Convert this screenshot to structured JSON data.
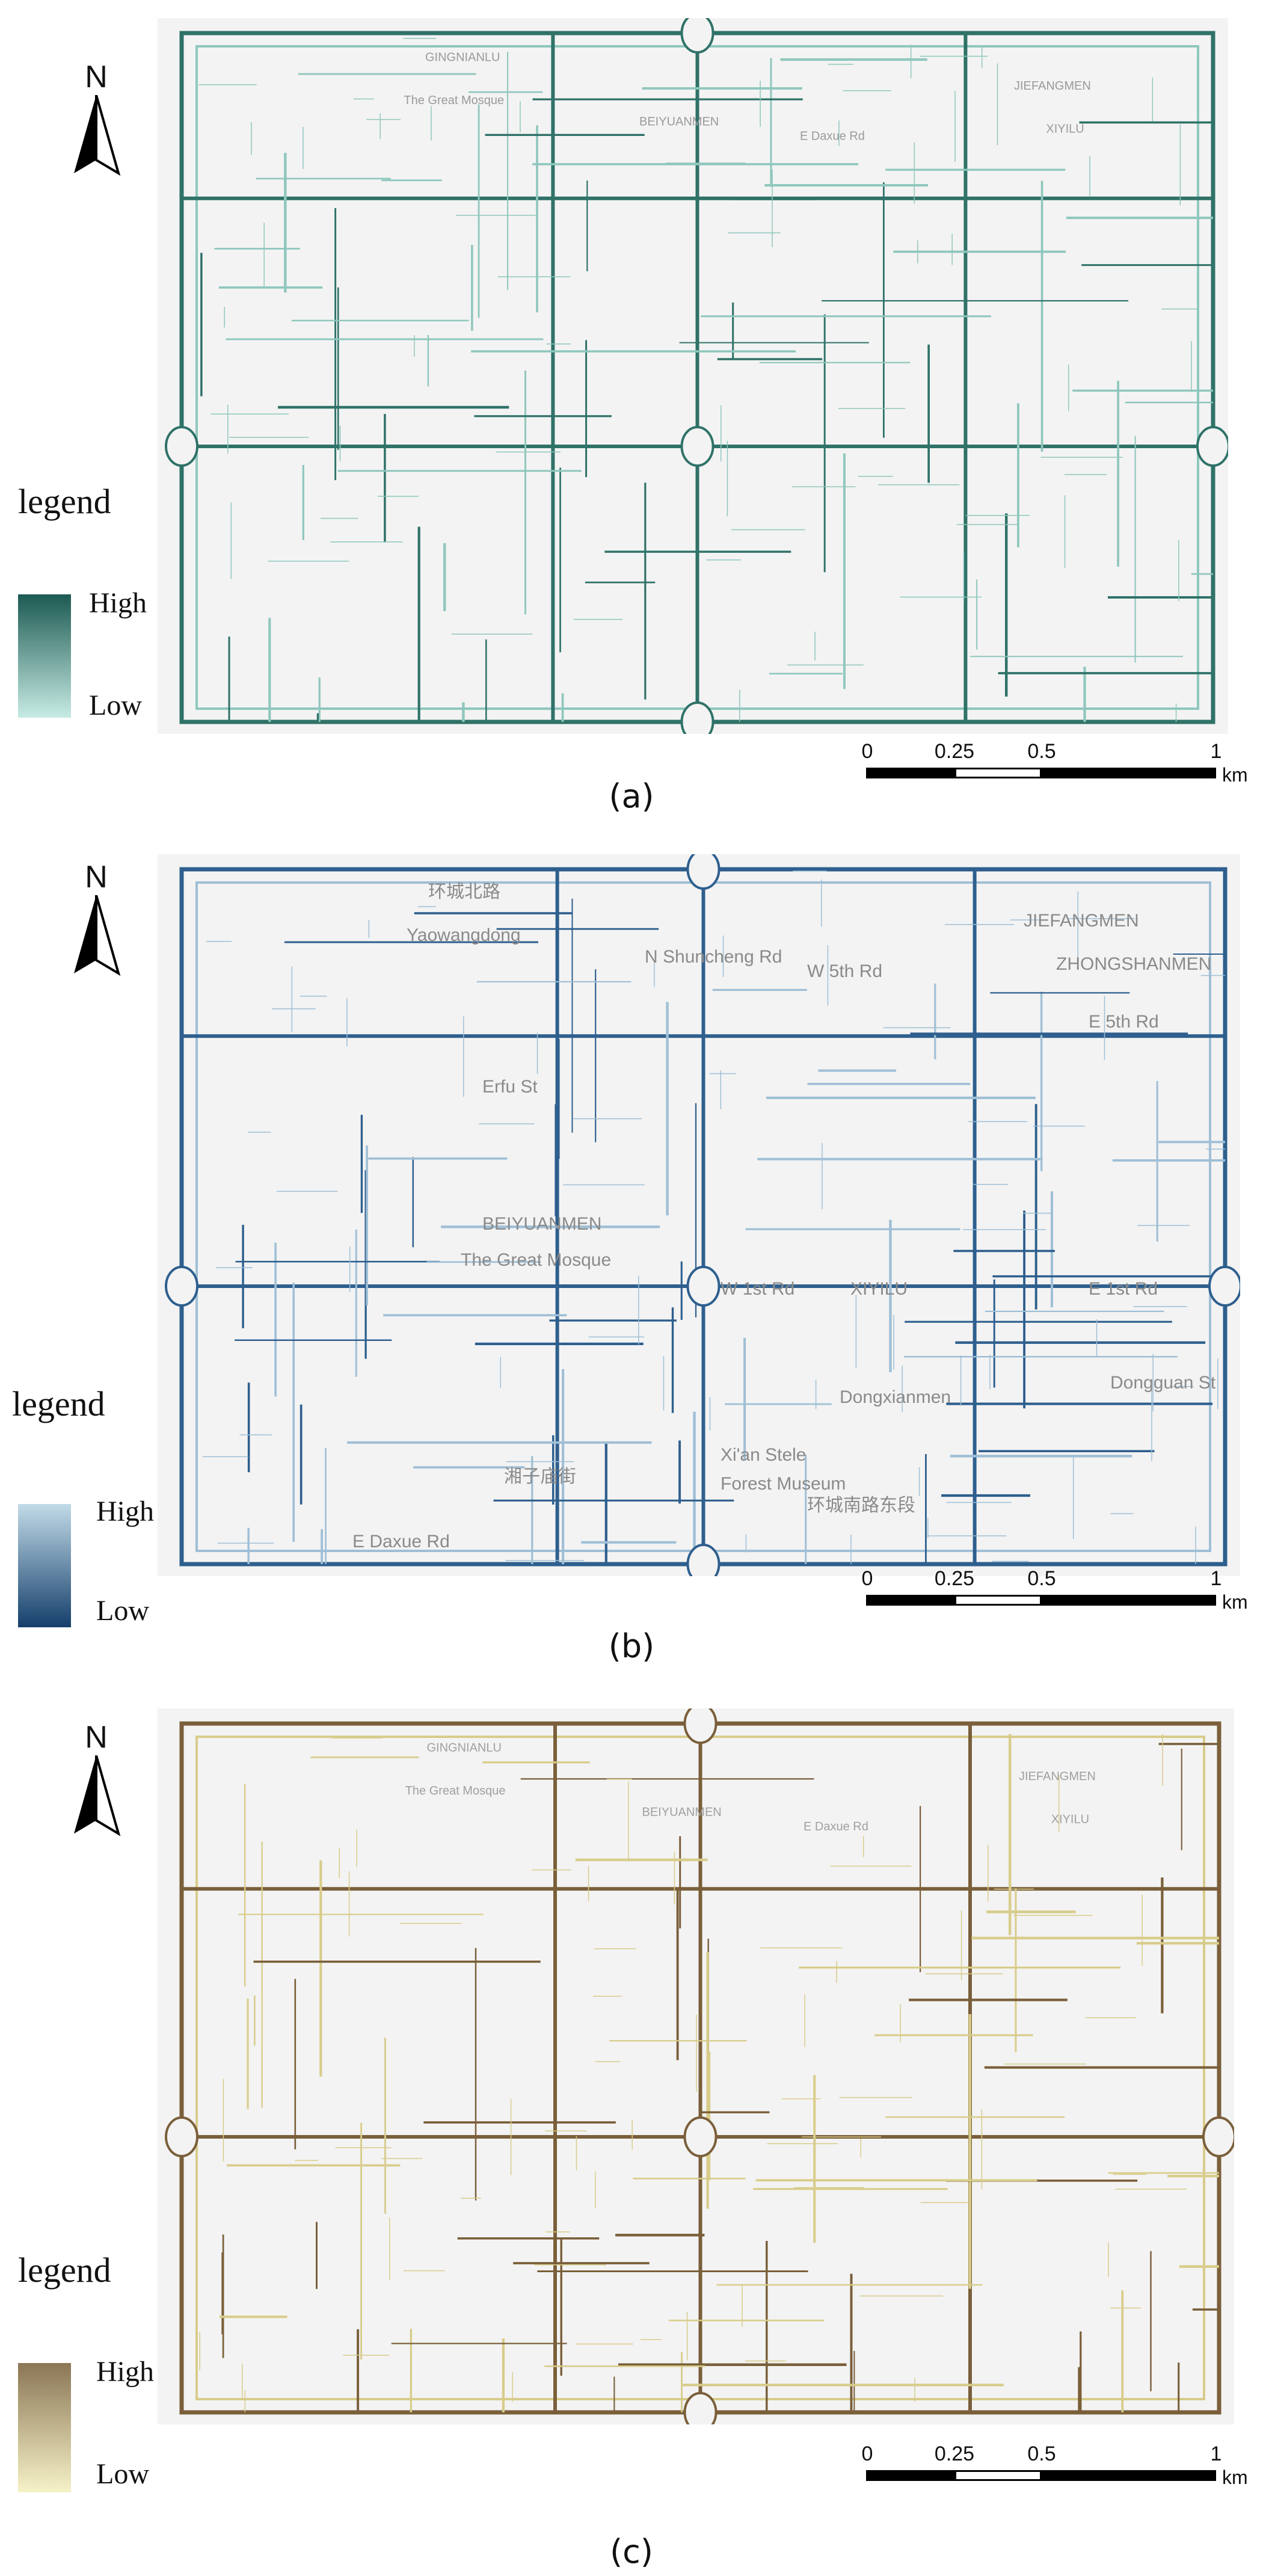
{
  "north_letter": "N",
  "legend_title": "legend",
  "legend_high": "High",
  "legend_low": "Low",
  "scale": {
    "labels": [
      "0",
      "0.25",
      "0.5",
      "1"
    ],
    "unit": "km"
  },
  "panels": [
    {
      "caption": "(a)",
      "colors": {
        "high": "#1c5a52",
        "low": "#c7ebe4",
        "road": "#2f7268",
        "road_light": "#8fc7bd"
      },
      "map_labels": [
        "GINGNIANLU",
        "BEIYUANMEN",
        "The Great Mosque",
        "JIEFANGMEN",
        "XIYILU",
        "E Daxue Rd"
      ]
    },
    {
      "caption": "(b)",
      "colors": {
        "high": "#c2dbe8",
        "low": "#153f6b",
        "road": "#2e5f8e",
        "road_light": "#9fbfd6"
      },
      "map_labels": [
        "环城北路",
        "N Shuncheng Rd",
        "Yaowangdong",
        "JIEFANGMEN",
        "ZHONGSHANMEN",
        "W 5th Rd",
        "E 5th Rd",
        "Erfu St",
        "BEIYUANMEN",
        "The Great Mosque",
        "W 1st Rd",
        "XIYILU",
        "E 1st Rd",
        "Dongxianmen",
        "湘子庙街",
        "环城南路东段",
        "E Daxue Rd",
        "Dongguan St",
        "Xi'an Stele",
        "Forest Museum"
      ]
    },
    {
      "caption": "(c)",
      "colors": {
        "high": "#8b7655",
        "low": "#f6f2c8",
        "road": "#7a5f3a",
        "road_light": "#d8cc8a"
      },
      "map_labels": [
        "GINGNIANLU",
        "BEIYUANMEN",
        "The Great Mosque",
        "JIEFANGMEN",
        "XIYILU",
        "E Daxue Rd"
      ]
    }
  ]
}
